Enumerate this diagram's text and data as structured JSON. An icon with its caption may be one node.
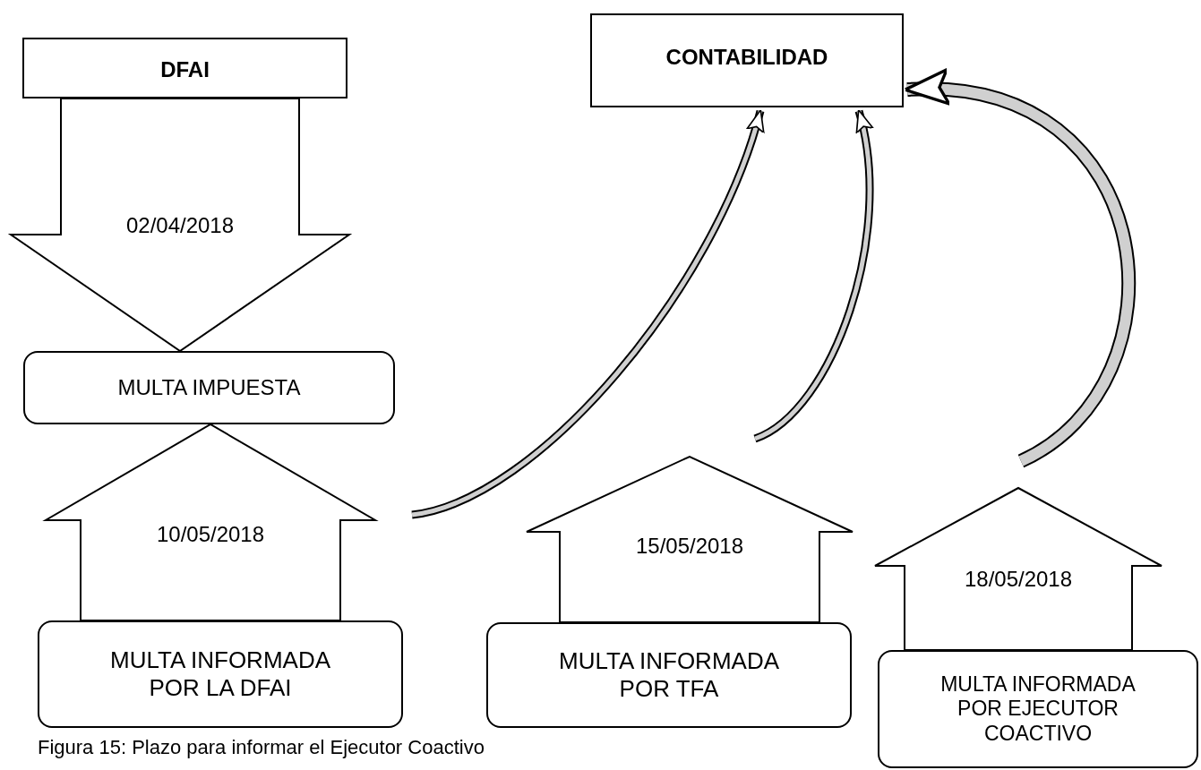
{
  "diagram": {
    "caption": "Figura 15: Plazo para informar el Ejecutor Coactivo",
    "nodes": [
      {
        "text": [
          "DFAI"
        ]
      },
      {
        "text": [
          "CONTABILIDAD"
        ]
      },
      {
        "text": [
          "MULTA IMPUESTA"
        ]
      },
      {
        "text": [
          "MULTA INFORMADA POR LA DFAI"
        ]
      },
      {
        "text": [
          "MULTA INFORMADA POR TFA"
        ]
      },
      {
        "text": [
          "MULTA INFORMADA POR EJECUTOR COACTIVO"
        ]
      }
    ],
    "edges": [
      {
        "from": 0,
        "to": 2,
        "arrow": "to",
        "label": "02/04/2018",
        "style": "thick"
      },
      {
        "from": 3,
        "to": 2,
        "arrow": "to",
        "label": "10/05/2018",
        "style": "thick"
      },
      {
        "from": 4,
        "to": null,
        "arrow": "to",
        "label": "15/05/2018",
        "style": "thick"
      },
      {
        "from": 5,
        "to": null,
        "arrow": "to",
        "label": "18/05/2018",
        "style": "thick"
      },
      {
        "from": null,
        "to": 1,
        "arrow": "to"
      },
      {
        "from": null,
        "to": 1,
        "arrow": "to"
      },
      {
        "from": null,
        "to": 1,
        "arrow": "to"
      }
    ]
  }
}
